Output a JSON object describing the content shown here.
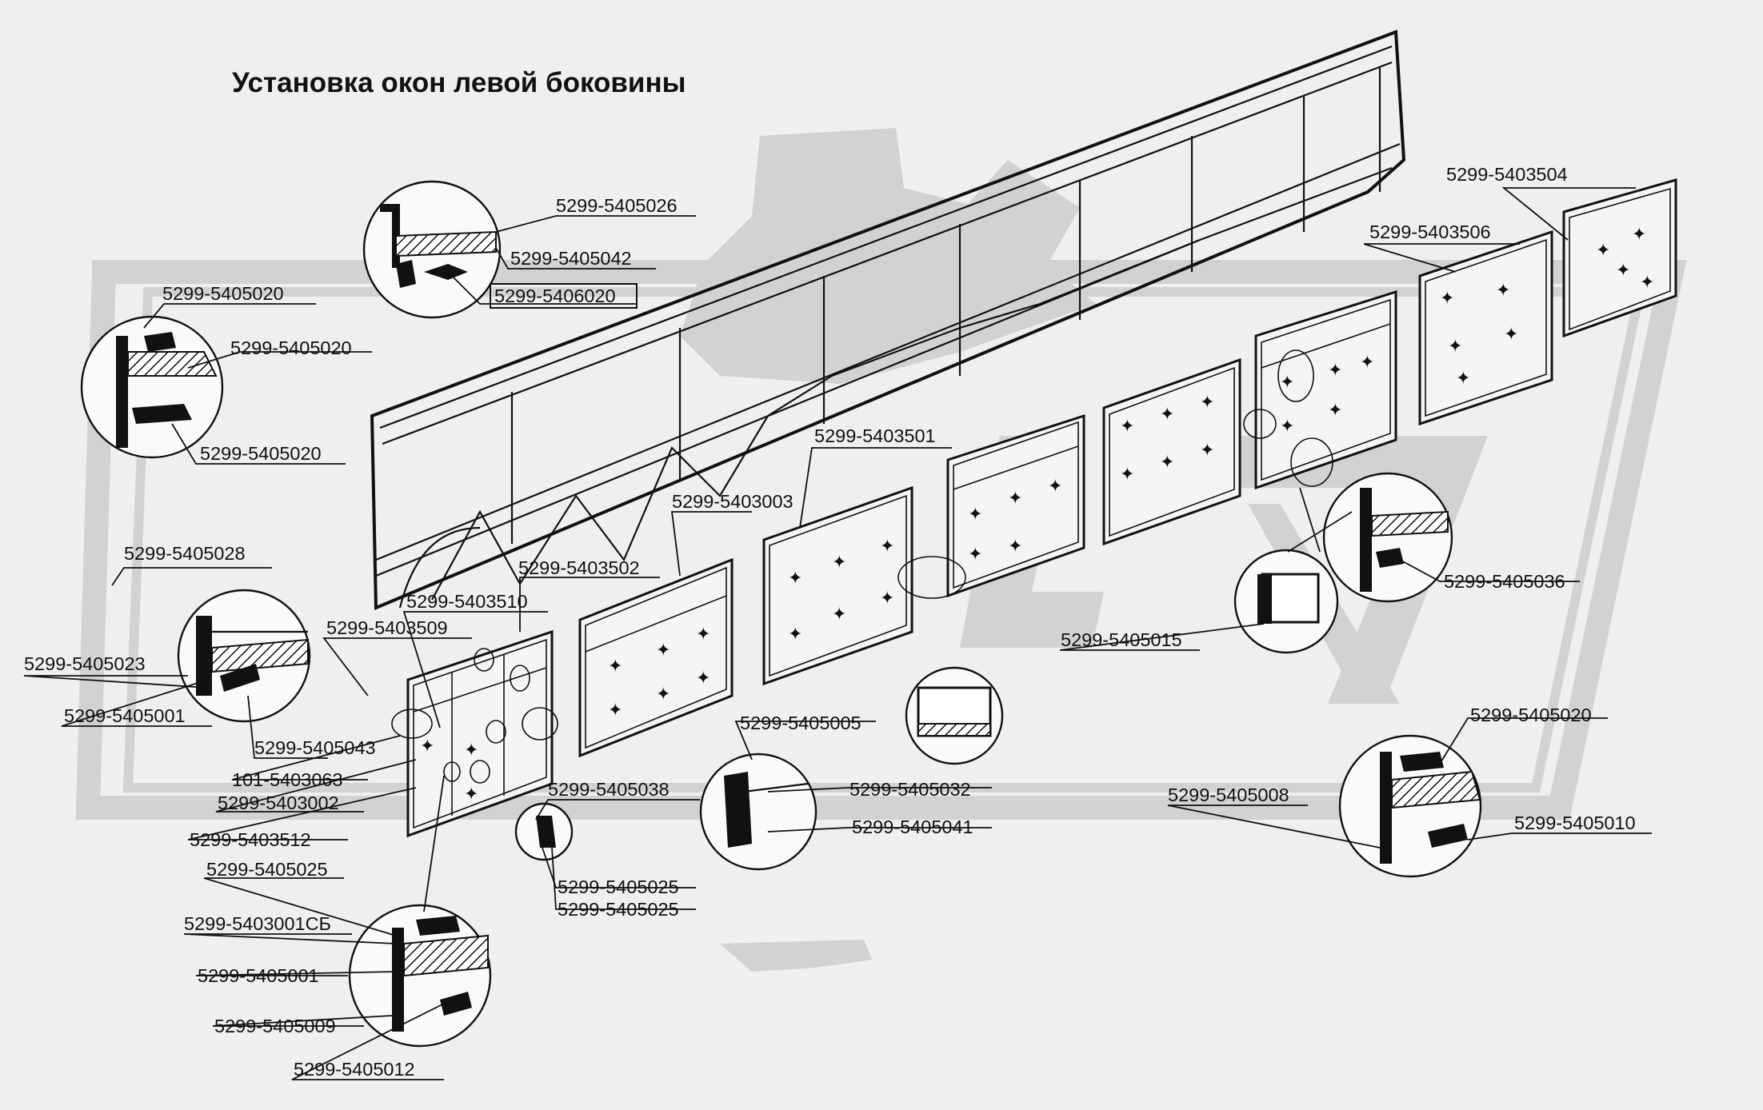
{
  "title": "Установка окон левой боковины",
  "watermark": {
    "color": "#d2d2d2"
  },
  "labels": {
    "p5405026": "5299-5405026",
    "p5405042": "5299-5405042",
    "p5406020": "5299-5406020",
    "p5405020a": "5299-5405020",
    "p5405020b": "5299-5405020",
    "p5405020c": "5299-5405020",
    "p5403504": "5299-5403504",
    "p5403506": "5299-5403506",
    "p5403501": "5299-5403501",
    "p5403003": "5299-5403003",
    "p5403502": "5299-5403502",
    "p5405028": "5299-5405028",
    "p5403510": "5299-5403510",
    "p5403509": "5299-5403509",
    "p5405023": "5299-5405023",
    "p5405001a": "5299-5405001",
    "p5405043": "5299-5405043",
    "p101_5403063": "101-5403063",
    "p5403002": "5299-5403002",
    "p5403512": "5299-5403512",
    "p5405025a": "5299-5405025",
    "p5403001sb": "5299-5403001СБ",
    "p5405001b": "5299-5405001",
    "p5405009": "5299-5405009",
    "p5405012": "5299-5405012",
    "p5405038": "5299-5405038",
    "p5405025b": "5299-5405025",
    "p5405025c": "5299-5405025",
    "p5405005": "5299-5405005",
    "p5405032": "5299-5405032",
    "p5405041": "5299-5405041",
    "p5405015": "5299-5405015",
    "p5405036": "5299-5405036",
    "p5405020d": "5299-5405020",
    "p5405008": "5299-5405008",
    "p5405010": "5299-5405010"
  }
}
